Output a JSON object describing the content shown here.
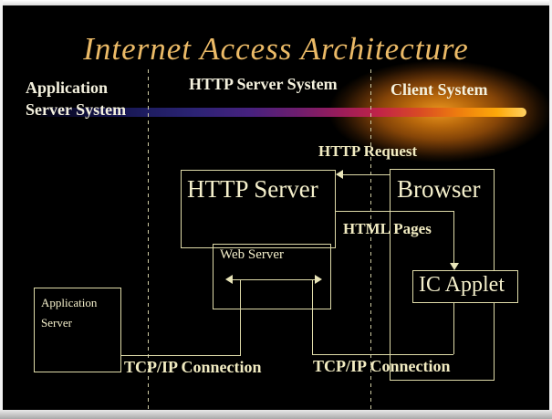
{
  "slide": {
    "title": "Internet Access Architecture",
    "lanes": {
      "application": "Application Server System",
      "http": "HTTP Server System",
      "client": "Client System"
    },
    "nodes": {
      "http_server": "HTTP Server",
      "browser": "Browser",
      "web_server": "Web Server",
      "application_server": "Application Server",
      "ic_applet": "IC Applet"
    },
    "labels": {
      "http_request": "HTTP Request",
      "html_pages": "HTML Pages",
      "tcp_left": "TCP/IP Connection",
      "tcp_right": "TCP/IP Connection"
    },
    "colors": {
      "background": "#000000",
      "title_text": "#EBBA67",
      "lane_text": "#F4F1DE",
      "diagram_lines": "#DFDBA9",
      "label_text": "#F2ECC2",
      "bar_blue": "#1E1D61",
      "bar_purple": "#6E1D6E",
      "bar_magenta": "#C22447",
      "bar_orange": "#EE7D0E",
      "bar_tip_yellow": "#FFD060",
      "glow_orange": "#C06508",
      "frame_edge": "#F2F2F2"
    }
  }
}
